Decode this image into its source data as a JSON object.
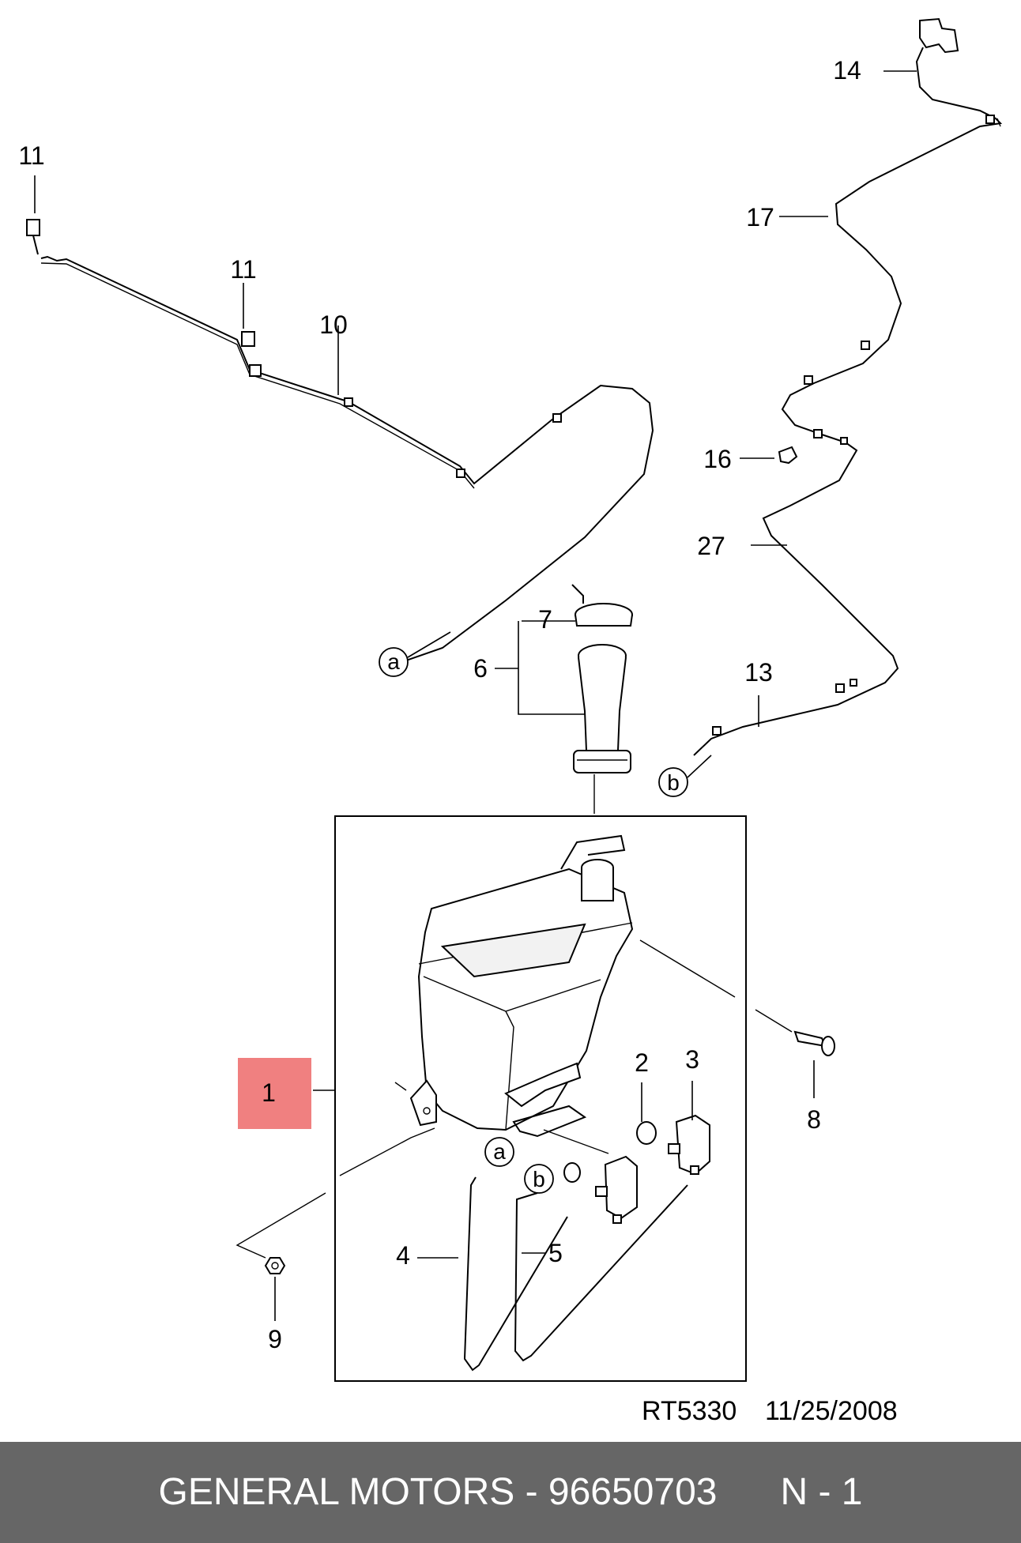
{
  "callouts": {
    "c1": "1",
    "c2": "2",
    "c3": "3",
    "c4": "4",
    "c5": "5",
    "c6": "6",
    "c7": "7",
    "c8": "8",
    "c9": "9",
    "c10": "10",
    "c11a": "11",
    "c11b": "11",
    "c13": "13",
    "c14": "14",
    "c16": "16",
    "c17": "17",
    "c27": "27"
  },
  "connectors": {
    "a": "a",
    "b": "b"
  },
  "reference": {
    "code": "RT5330",
    "date": "11/25/2008"
  },
  "footer": {
    "text": "GENERAL MOTORS - 96650703      N - 1"
  },
  "colors": {
    "highlight": "#f08080",
    "footer_bg": "#666666",
    "footer_text": "#ffffff"
  }
}
